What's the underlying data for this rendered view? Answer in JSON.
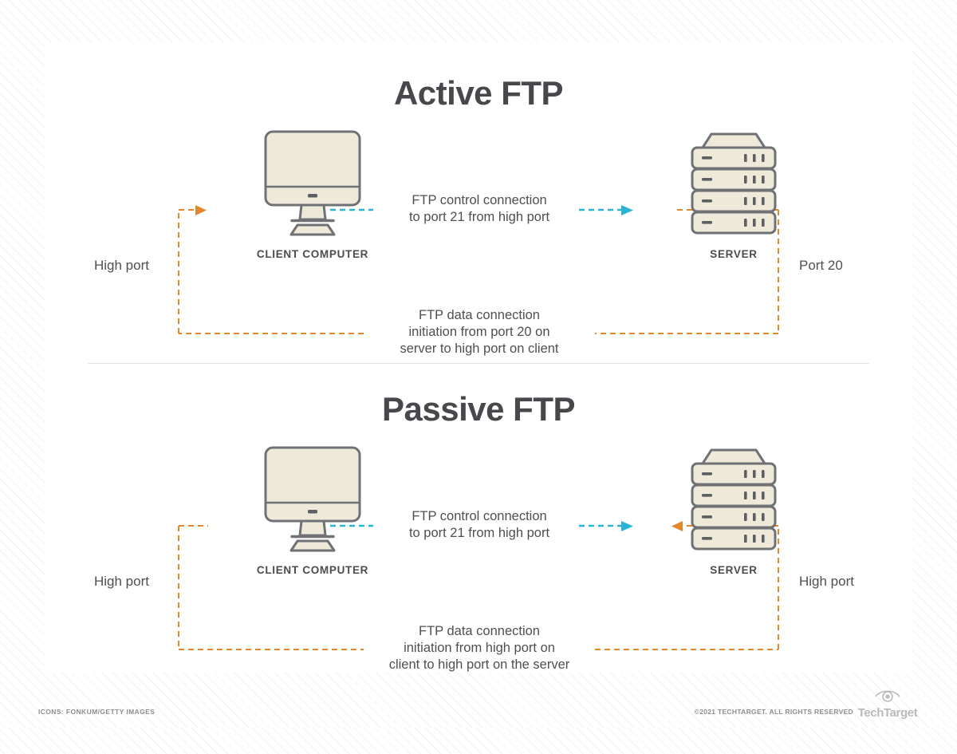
{
  "sections": [
    {
      "id": "active",
      "title": "Active FTP",
      "client": {
        "label": "CLIENT COMPUTER",
        "icon": "desktop-monitor-icon"
      },
      "server": {
        "label": "SERVER",
        "icon": "server-rack-icon"
      },
      "control": {
        "line1": "FTP control connection",
        "line2": "to port 21 from high port",
        "color": "#2bb3d4",
        "direction": "client-to-server"
      },
      "data": {
        "line1": "FTP data connection",
        "line2": "initiation from port 20 on",
        "line3": "server to high port on client",
        "color": "#e3872f",
        "direction": "server-to-client"
      },
      "left_port_label": "High port",
      "right_port_label": "Port 20"
    },
    {
      "id": "passive",
      "title": "Passive FTP",
      "client": {
        "label": "CLIENT COMPUTER",
        "icon": "desktop-monitor-icon"
      },
      "server": {
        "label": "SERVER",
        "icon": "server-rack-icon"
      },
      "control": {
        "line1": "FTP control connection",
        "line2": "to port 21 from high port",
        "color": "#2bb3d4",
        "direction": "client-to-server"
      },
      "data": {
        "line1": "FTP data connection",
        "line2": "initiation from high port on",
        "line3": "client to high port on the server",
        "color": "#e3872f",
        "direction": "client-to-server"
      },
      "left_port_label": "High port",
      "right_port_label": "High port"
    }
  ],
  "footer": {
    "credit": "ICONS: FONKUM/GETTY IMAGES",
    "copyright": "©2021 TECHTARGET. ALL RIGHTS RESERVED",
    "brand": "TechTarget",
    "brand_icon": "eye-logo-icon"
  },
  "colors": {
    "control_line": "#2bb3d4",
    "data_line": "#e3872f",
    "device_fill": "#efe9da",
    "device_stroke": "#6f7174",
    "title_text": "#46484b",
    "body_text": "#4d4f52",
    "card_bg": "#ffffff"
  }
}
